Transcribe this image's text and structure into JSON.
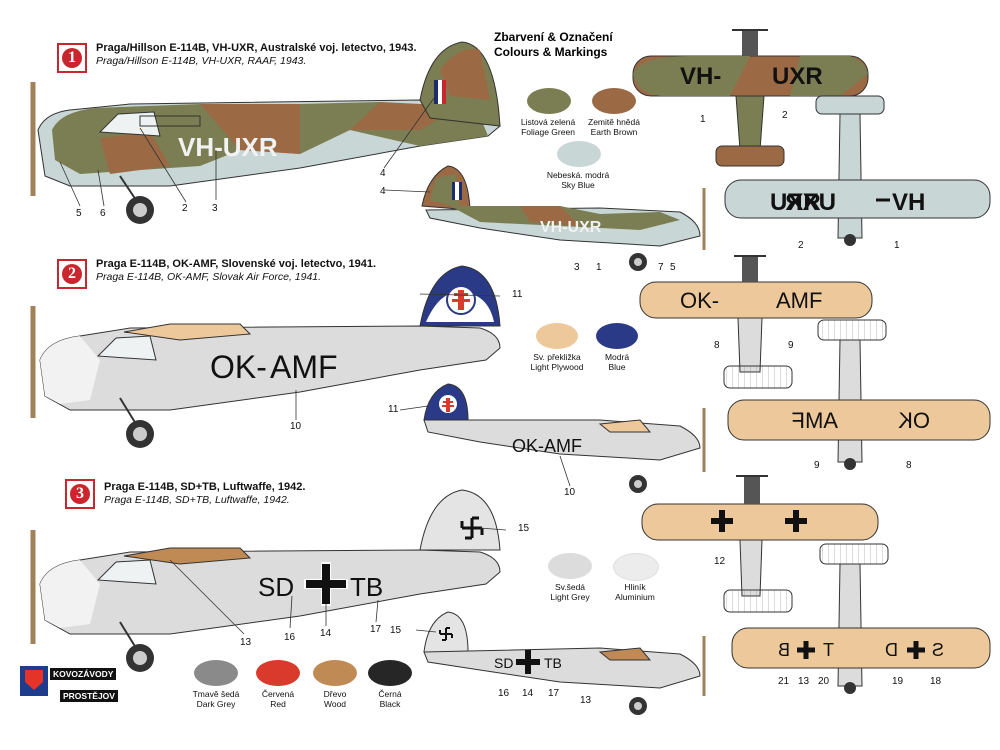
{
  "legend": {
    "title_cz": "Zbarvení & Označení",
    "title_en": "Colours & Markings"
  },
  "schemes": [
    {
      "number": "1",
      "title": "Praga/Hillson E-114B, VH-UXR,  Australské voj. letectvo, 1943.",
      "subtitle": "Praga/Hillson E-114B, VH-UXR,  RAAF, 1943.",
      "registration": "VH-UXR",
      "reg_left": "VH-",
      "reg_right": "UXR",
      "callouts": [
        "1",
        "2",
        "3",
        "4",
        "5",
        "6",
        "7"
      ]
    },
    {
      "number": "2",
      "title": "Praga E-114B, OK-AMF,  Slovenské voj. letectvo, 1941.",
      "subtitle": "Praga E-114B, OK-AMF,  Slovak Air Force, 1941.",
      "registration": "OK-AMF",
      "reg_left": "OK-",
      "reg_right": "AMF",
      "callouts": [
        "8",
        "9",
        "10",
        "11"
      ]
    },
    {
      "number": "3",
      "title": "Praga E-114B, SD+TB,  Luftwaffe, 1942.",
      "subtitle": "Praga E-114B, SD+TB,  Luftwaffe, 1942.",
      "registration_left": "SD",
      "registration_right": "TB",
      "callouts": [
        "12",
        "13",
        "14",
        "15",
        "16",
        "17",
        "18",
        "19",
        "20",
        "21"
      ]
    }
  ],
  "colours": [
    {
      "cz": "Listová zelená",
      "en": "Foliage Green",
      "hex": "#7b7d52"
    },
    {
      "cz": "Zemitě hnědá",
      "en": "Earth Brown",
      "hex": "#9b6a44"
    },
    {
      "cz": "Nebeská. modrá",
      "en": "Sky Blue",
      "hex": "#c8d6d6"
    },
    {
      "cz": "Sv. překližka",
      "en": "Light Plywood",
      "hex": "#ecc89a"
    },
    {
      "cz": "Modrá",
      "en": "Blue",
      "hex": "#2b3a86"
    },
    {
      "cz": "Sv.šedá",
      "en": "Light Grey",
      "hex": "#dcdcdc"
    },
    {
      "cz": "Hliník",
      "en": "Aluminium",
      "hex": "#ececec"
    },
    {
      "cz": "Tmavě šedá",
      "en": "Dark Grey",
      "hex": "#8a8a8a"
    },
    {
      "cz": "Červená",
      "en": "Red",
      "hex": "#d93a2b"
    },
    {
      "cz": "Dřevo",
      "en": "Wood",
      "hex": "#c08a55"
    },
    {
      "cz": "Černá",
      "en": "Black",
      "hex": "#262626"
    }
  ],
  "brand": {
    "line1": "KOVOZÁVODY",
    "line2": "PROSTĚJOV"
  }
}
